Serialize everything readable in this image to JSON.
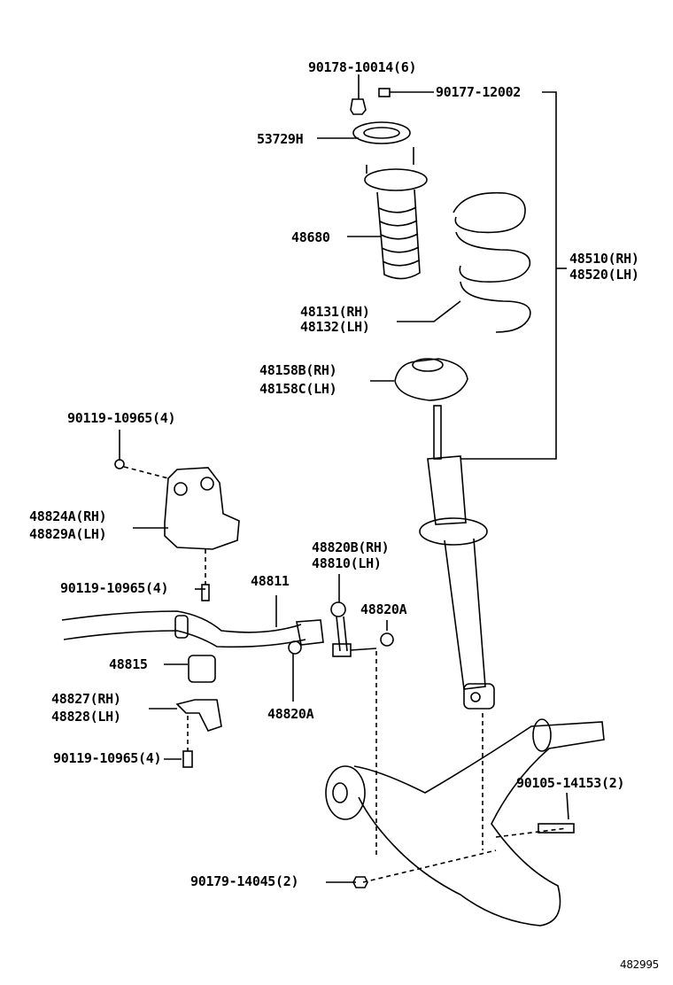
{
  "diagram_id": "482995",
  "ink_color": "#000000",
  "callouts": [
    {
      "id": "nut-top",
      "lines": [
        "90178-10014(6)"
      ]
    },
    {
      "id": "nut-upper",
      "lines": [
        "90177-12002"
      ]
    },
    {
      "id": "insulator",
      "lines": [
        "53729H"
      ]
    },
    {
      "id": "support-bellows",
      "lines": [
        "48680"
      ]
    },
    {
      "id": "coil-spring",
      "lines": [
        "48131(RH)",
        "48132(LH)"
      ]
    },
    {
      "id": "lower-insulator",
      "lines": [
        "48158B(RH)",
        "48158C(LH)"
      ]
    },
    {
      "id": "shock-absorber",
      "lines": [
        "48510(RH)",
        "48520(LH)"
      ]
    },
    {
      "id": "bolt-bracket-upper",
      "lines": [
        "90119-10965(4)"
      ]
    },
    {
      "id": "stabilizer-bracket",
      "lines": [
        "48824A(RH)",
        "48829A(LH)"
      ]
    },
    {
      "id": "stabilizer-link",
      "lines": [
        "48820B(RH)",
        "48810(LH)"
      ]
    },
    {
      "id": "bolt-bracket-lower",
      "lines": [
        "90119-10965(4)"
      ]
    },
    {
      "id": "stabilizer-bar",
      "lines": [
        "48811"
      ]
    },
    {
      "id": "link-nut-right",
      "lines": [
        "48820A"
      ]
    },
    {
      "id": "bushing",
      "lines": [
        "48815"
      ]
    },
    {
      "id": "bushing-bracket",
      "lines": [
        "48827(RH)",
        "48828(LH)"
      ]
    },
    {
      "id": "link-nut-left",
      "lines": [
        "48820A"
      ]
    },
    {
      "id": "bolt-bushing-bracket",
      "lines": [
        "90119-10965(4)"
      ]
    },
    {
      "id": "bolt-lower-arm",
      "lines": [
        "90105-14153(2)"
      ]
    },
    {
      "id": "nut-lower-arm",
      "lines": [
        "90179-14045(2)"
      ]
    }
  ]
}
